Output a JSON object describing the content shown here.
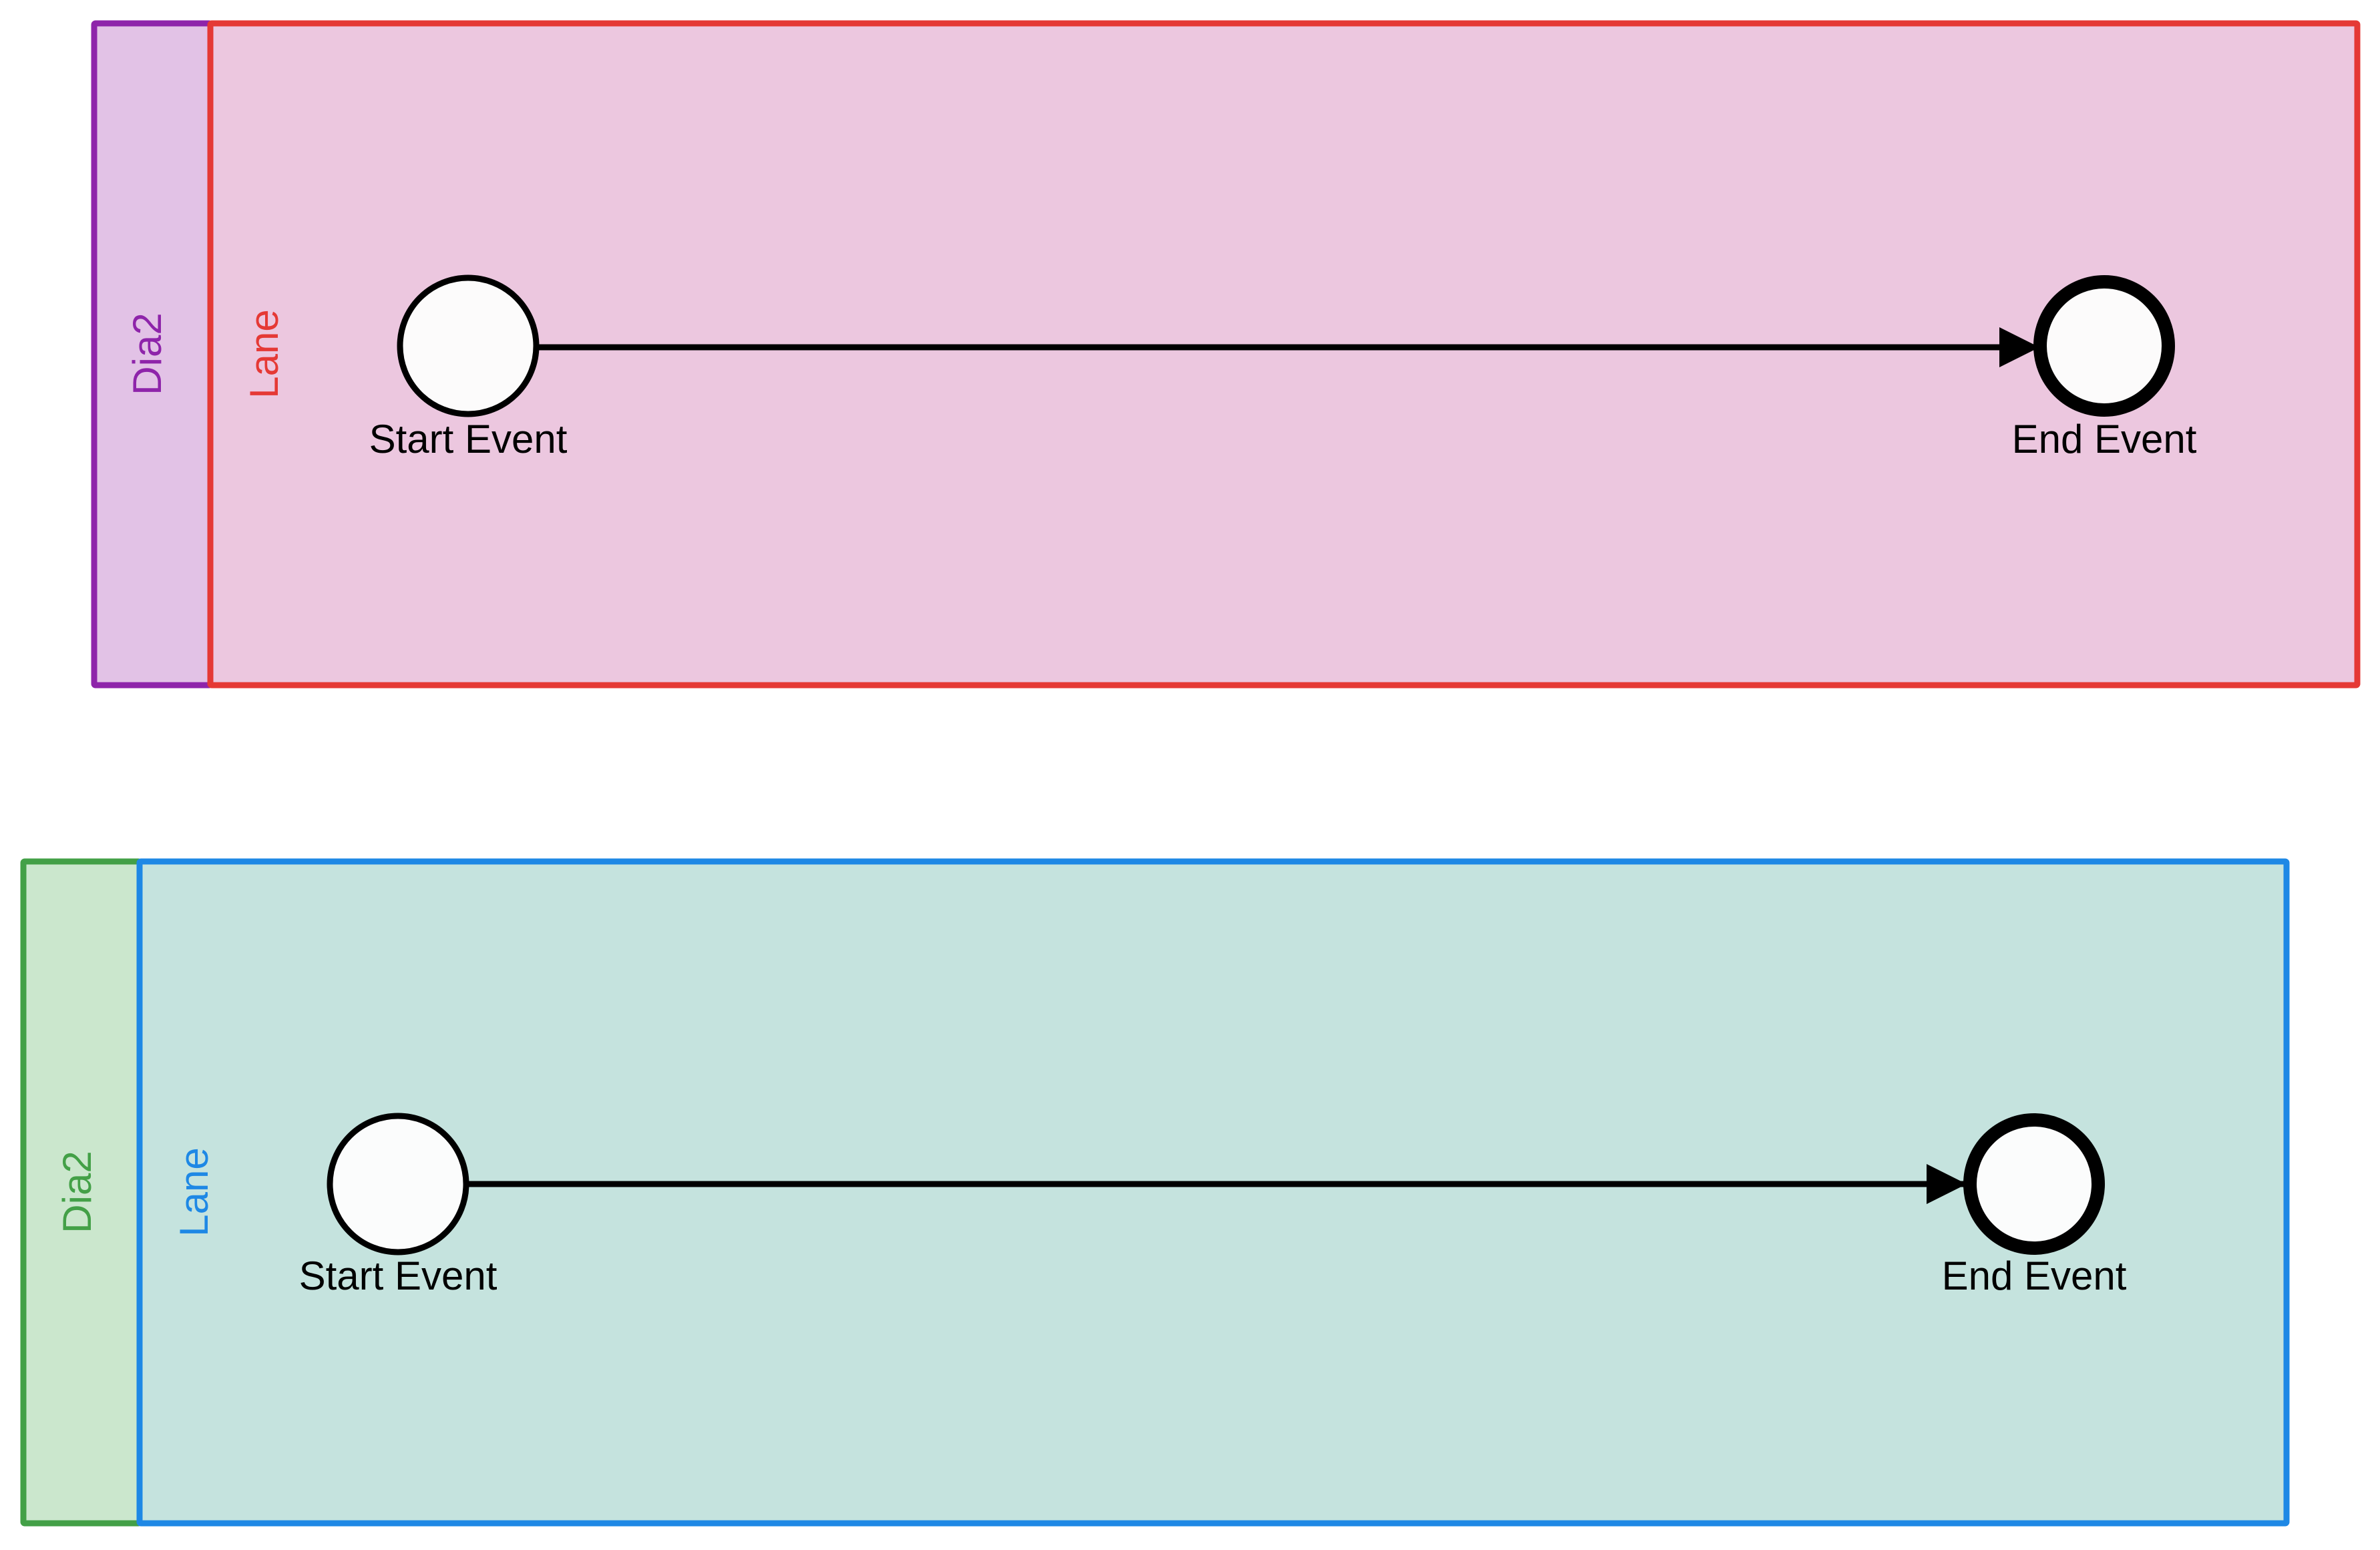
{
  "pools": [
    {
      "pool_label": "Dia2",
      "lane_label": "Lane",
      "pool_stroke": "#8e24aa",
      "pool_fill": "#e2c2e6",
      "lane_stroke": "#e53935",
      "lane_fill": "#ecc7df",
      "start_event_label": "Start Event",
      "end_event_label": "End Event",
      "event_fill": "#fcfbfb"
    },
    {
      "pool_label": "Dia2",
      "lane_label": "Lane",
      "pool_stroke": "#43a047",
      "pool_fill": "#cbe7cd",
      "lane_stroke": "#1e88e5",
      "lane_fill": "#c5e3de",
      "start_event_label": "Start Event",
      "end_event_label": "End Event",
      "event_fill": "#fbfcfc"
    }
  ]
}
